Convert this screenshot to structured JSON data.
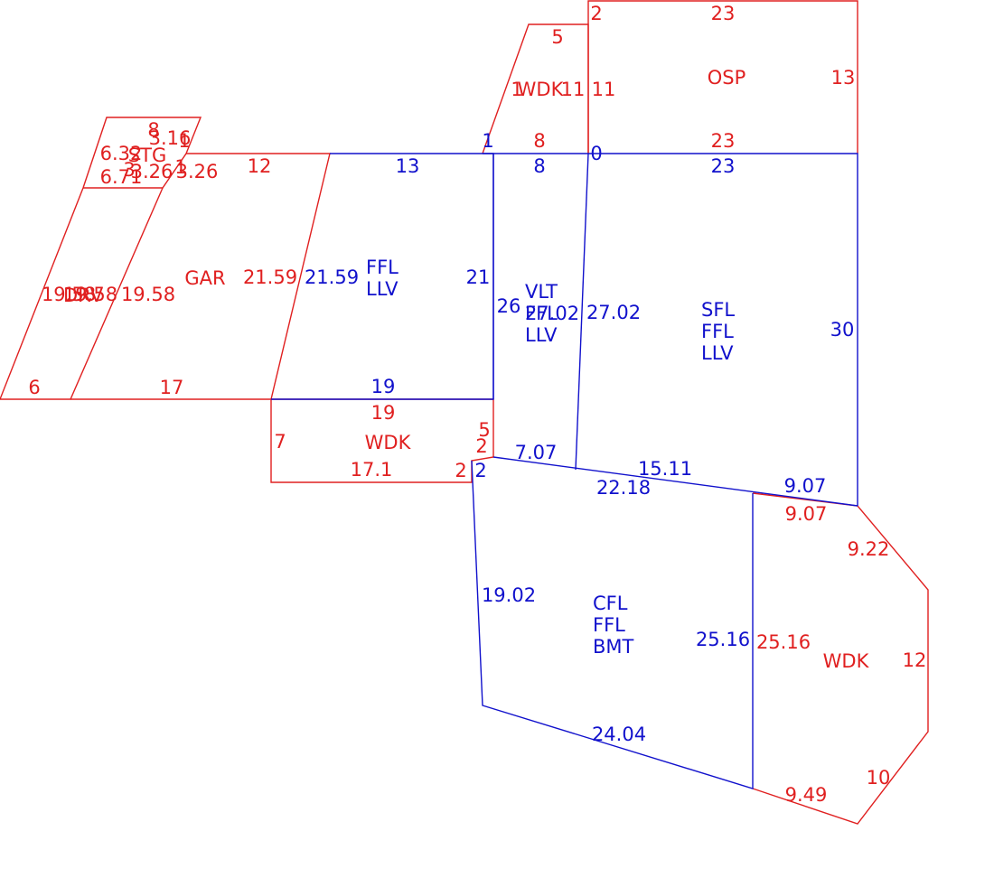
{
  "colors": {
    "exterior": "#e02020",
    "living": "#1111cc"
  },
  "areas": {
    "stg": {
      "code": "STG",
      "dims": [
        "8",
        "3.16",
        "1",
        "6.32",
        "3",
        "1",
        "3.26",
        "3.26",
        "6.71"
      ]
    },
    "gar": {
      "code": "GAR",
      "dims": [
        "12",
        "21.59",
        "19.58",
        "17"
      ]
    },
    "left_strip": {
      "code": "DRV",
      "dims": [
        "19.58",
        "19.58",
        "6"
      ]
    },
    "wdk_top": {
      "code": "WDK",
      "dims": [
        "5",
        "1",
        "11",
        "11",
        "8"
      ]
    },
    "osp": {
      "code": "OSP",
      "dims": [
        "2",
        "23",
        "13",
        "23"
      ]
    },
    "ffl_west": {
      "lines": [
        "FFL",
        "LLV"
      ],
      "dims": [
        "13",
        "21.59",
        "21",
        "19"
      ]
    },
    "vlt": {
      "lines": [
        "VLT",
        "FFL",
        "LLV"
      ],
      "dims": [
        "1",
        "8",
        "26",
        "27.02",
        "7.07",
        "2"
      ]
    },
    "sfl": {
      "lines": [
        "SFL",
        "FFL",
        "LLV"
      ],
      "dims": [
        "0",
        "23",
        "27.02",
        "30",
        "15.11",
        "9.07"
      ]
    },
    "wdk_mid": {
      "code": "WDK",
      "dims": [
        "19",
        "7",
        "17.1",
        "2",
        "5",
        "2"
      ]
    },
    "cfl": {
      "lines": [
        "CFL",
        "FFL",
        "BMT"
      ],
      "dims": [
        "22.18",
        "19.02",
        "25.16",
        "24.04"
      ]
    },
    "wdk_se": {
      "code": "WDK",
      "dims": [
        "9.07",
        "9.22",
        "12",
        "25.16",
        "10",
        "9.49"
      ]
    }
  }
}
